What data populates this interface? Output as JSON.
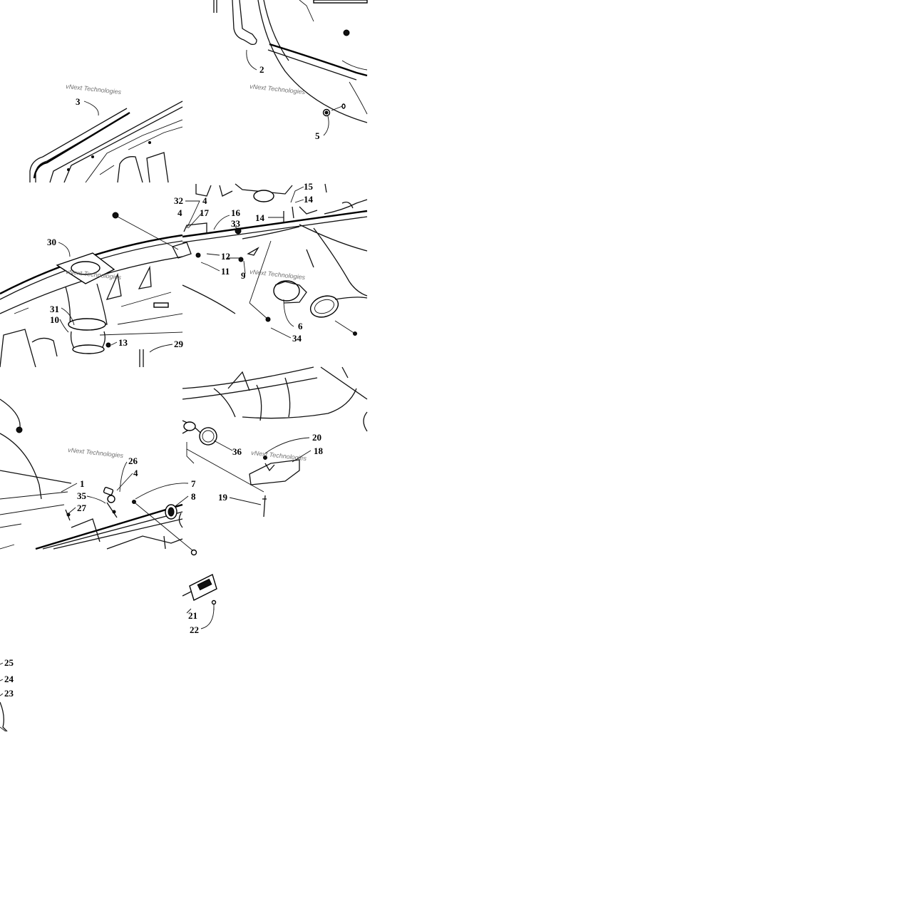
{
  "diagram": {
    "watermark": "vNext Technologies",
    "callouts": [
      "1",
      "2",
      "3",
      "4",
      "5",
      "6",
      "7",
      "8",
      "9",
      "10",
      "11",
      "12",
      "13",
      "14",
      "15",
      "16",
      "17",
      "18",
      "19",
      "20",
      "21",
      "22",
      "23",
      "24",
      "25",
      "26",
      "27",
      "29",
      "30",
      "31",
      "32",
      "33",
      "34",
      "35",
      "36"
    ]
  }
}
